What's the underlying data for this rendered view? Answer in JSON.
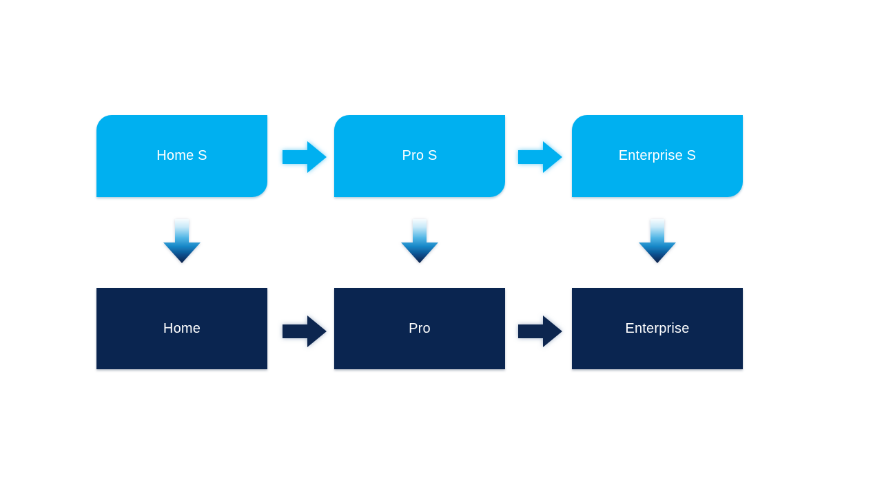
{
  "diagram": {
    "top_row": [
      {
        "label": "Home S"
      },
      {
        "label": "Pro S"
      },
      {
        "label": "Enterprise S"
      }
    ],
    "bottom_row": [
      {
        "label": "Home"
      },
      {
        "label": "Pro"
      },
      {
        "label": "Enterprise"
      }
    ],
    "colors": {
      "top_box_fill": "#00B0F0",
      "bottom_box_fill": "#0A2550",
      "top_arrow_fill": "#00B0F0",
      "top_arrow_glow": "#5BC6F2",
      "bottom_arrow_fill": "#0A2550",
      "bottom_arrow_glow": "#6B84A5",
      "down_arrow_gradient_top": "#F7FCFE",
      "down_arrow_gradient_mid": "#1787C7",
      "down_arrow_gradient_bottom": "#071F47",
      "text_color": "#FFFFFF",
      "background": "#FFFFFF"
    }
  }
}
